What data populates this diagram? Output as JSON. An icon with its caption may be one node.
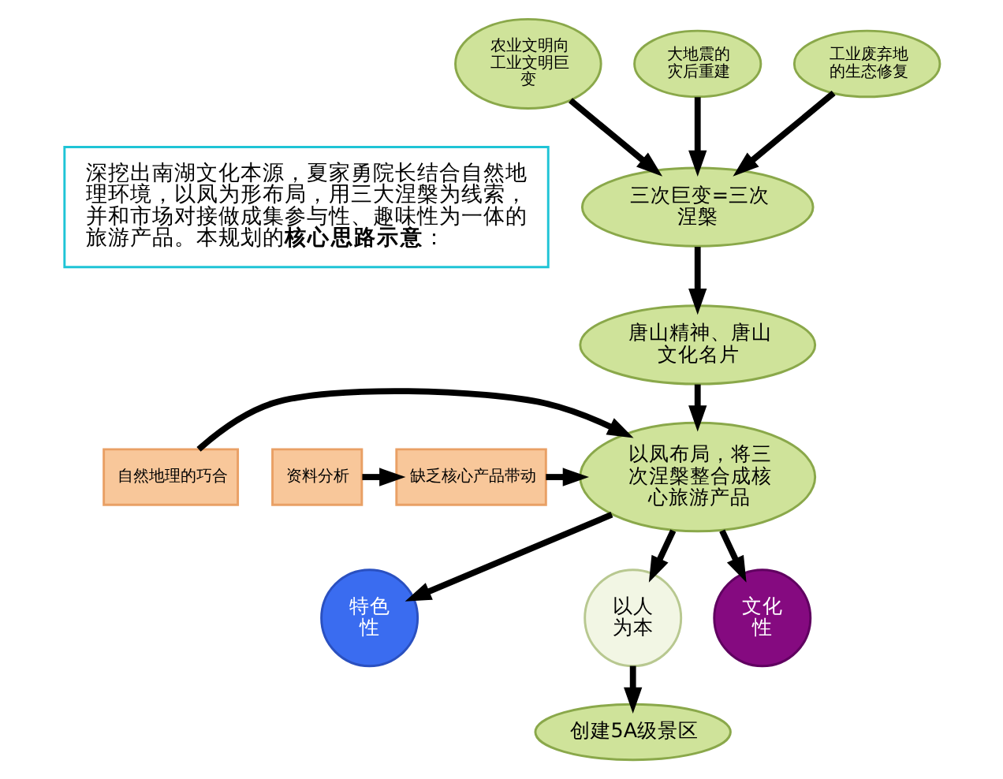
{
  "diagram": {
    "nodes": [
      {
        "text": [
          "深挖出南湖文化本源，夏家勇院长结合自然地理环境，以凤为形布局，用三大涅槃为线索，并和市场对接做成集参与性、趣味性为一体的旅游产品。本规划的**核心思路示意**："
        ]
      },
      {
        "text": [
          "农业文明向工业文明巨变"
        ]
      },
      {
        "text": [
          "大地震的灾后重建"
        ]
      },
      {
        "text": [
          "工业废弃地的生态修复"
        ]
      },
      {
        "text": [
          "三次巨变=三次涅槃"
        ]
      },
      {
        "text": [
          "唐山精神、唐山文化名片"
        ]
      },
      {
        "text": [
          "资料分析"
        ]
      },
      {
        "text": [
          "缺乏核心产品带动"
        ]
      },
      {
        "text": [
          "自然地理的巧合"
        ]
      },
      {
        "text": [
          "以凤布局，将三次涅槃整合成核心旅游产品"
        ]
      },
      {
        "text": [
          "特色性"
        ]
      },
      {
        "text": [
          "以人为本"
        ]
      },
      {
        "text": [
          "文化性"
        ]
      },
      {
        "text": [
          "创建5A级景区"
        ]
      }
    ],
    "edges": [
      {
        "from": 1,
        "to": 4,
        "arrow": "to"
      },
      {
        "from": 2,
        "to": 4,
        "arrow": "to"
      },
      {
        "from": 3,
        "to": 4,
        "arrow": "to"
      },
      {
        "from": 4,
        "to": 5,
        "arrow": "to"
      },
      {
        "from": 5,
        "to": 9,
        "arrow": "to"
      },
      {
        "from": 6,
        "to": 7,
        "arrow": "to"
      },
      {
        "from": 7,
        "to": 9,
        "arrow": "to"
      },
      {
        "from": 8,
        "to": 9,
        "arrow": "to"
      },
      {
        "from": 9,
        "to": 10,
        "arrow": "to"
      },
      {
        "from": 9,
        "to": 11,
        "arrow": "to"
      },
      {
        "from": 9,
        "to": 12,
        "arrow": "to"
      },
      {
        "from": 11,
        "to": 13,
        "arrow": "to"
      }
    ]
  }
}
